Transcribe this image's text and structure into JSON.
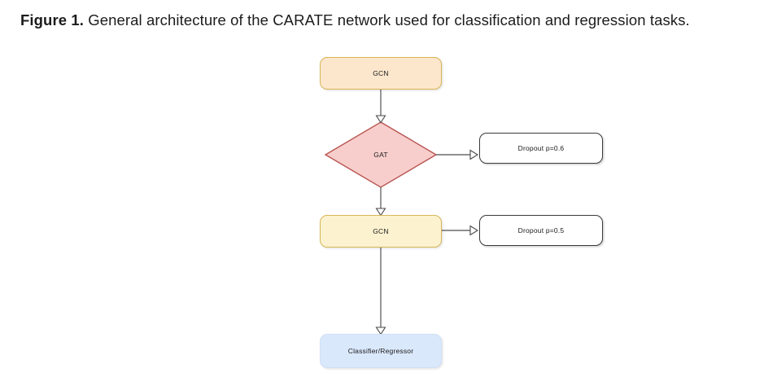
{
  "caption": {
    "label": "Figure 1.",
    "text": " General architecture of the CARATE network used for classification and regression tasks."
  },
  "diagram": {
    "title": "CARATE network architecture flowchart",
    "colors": {
      "gcn_1_fill": "#fce6cc",
      "gcn_1_stroke": "#d6b656",
      "gcn_2_fill": "#fcf2d0",
      "gcn_2_stroke": "#d6b656",
      "gat_fill": "#f8cecc",
      "gat_stroke": "#b85450",
      "classifier_fill": "#dae8fc",
      "classifier_stroke": "#cfe0f5",
      "dropout_fill": "#ffffff",
      "dropout_stroke": "#3a3a3a",
      "edge_stroke": "#6b6b6b"
    },
    "nodes": [
      {
        "id": "gcn-1",
        "label": "GCN",
        "shape": "rounded-rect"
      },
      {
        "id": "gat",
        "label": "GAT",
        "shape": "diamond"
      },
      {
        "id": "dropout-1",
        "label": "Dropout p=0.6",
        "shape": "rounded-rect"
      },
      {
        "id": "gcn-2",
        "label": "GCN",
        "shape": "rounded-rect"
      },
      {
        "id": "dropout-2",
        "label": "Dropout p=0.5",
        "shape": "rounded-rect"
      },
      {
        "id": "classifier",
        "label": "Classifier/Regressor",
        "shape": "rounded-rect"
      }
    ],
    "edges": [
      {
        "from": "gcn-1",
        "to": "gat",
        "direction": "down"
      },
      {
        "from": "gat",
        "to": "dropout-1",
        "direction": "right"
      },
      {
        "from": "gat",
        "to": "gcn-2",
        "direction": "down"
      },
      {
        "from": "gcn-2",
        "to": "dropout-2",
        "direction": "right"
      },
      {
        "from": "gcn-2",
        "to": "classifier",
        "direction": "down"
      }
    ]
  }
}
